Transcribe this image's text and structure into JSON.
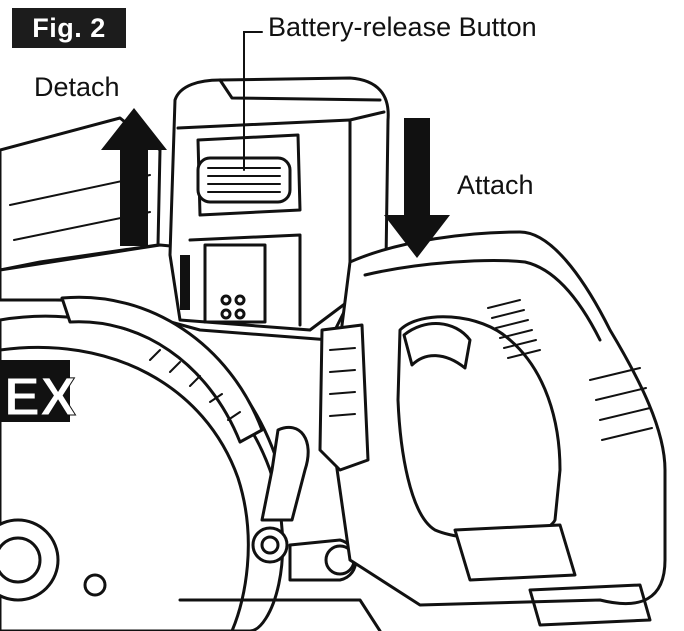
{
  "figure": {
    "badge": "Fig. 2",
    "callout_label": "Battery-release Button",
    "arrow_up_label": "Detach",
    "arrow_down_label": "Attach",
    "body_brand_fragment": "EX"
  },
  "colors": {
    "ink": "#111111",
    "badge_background": "#1c1c1c",
    "background": "#ffffff"
  }
}
